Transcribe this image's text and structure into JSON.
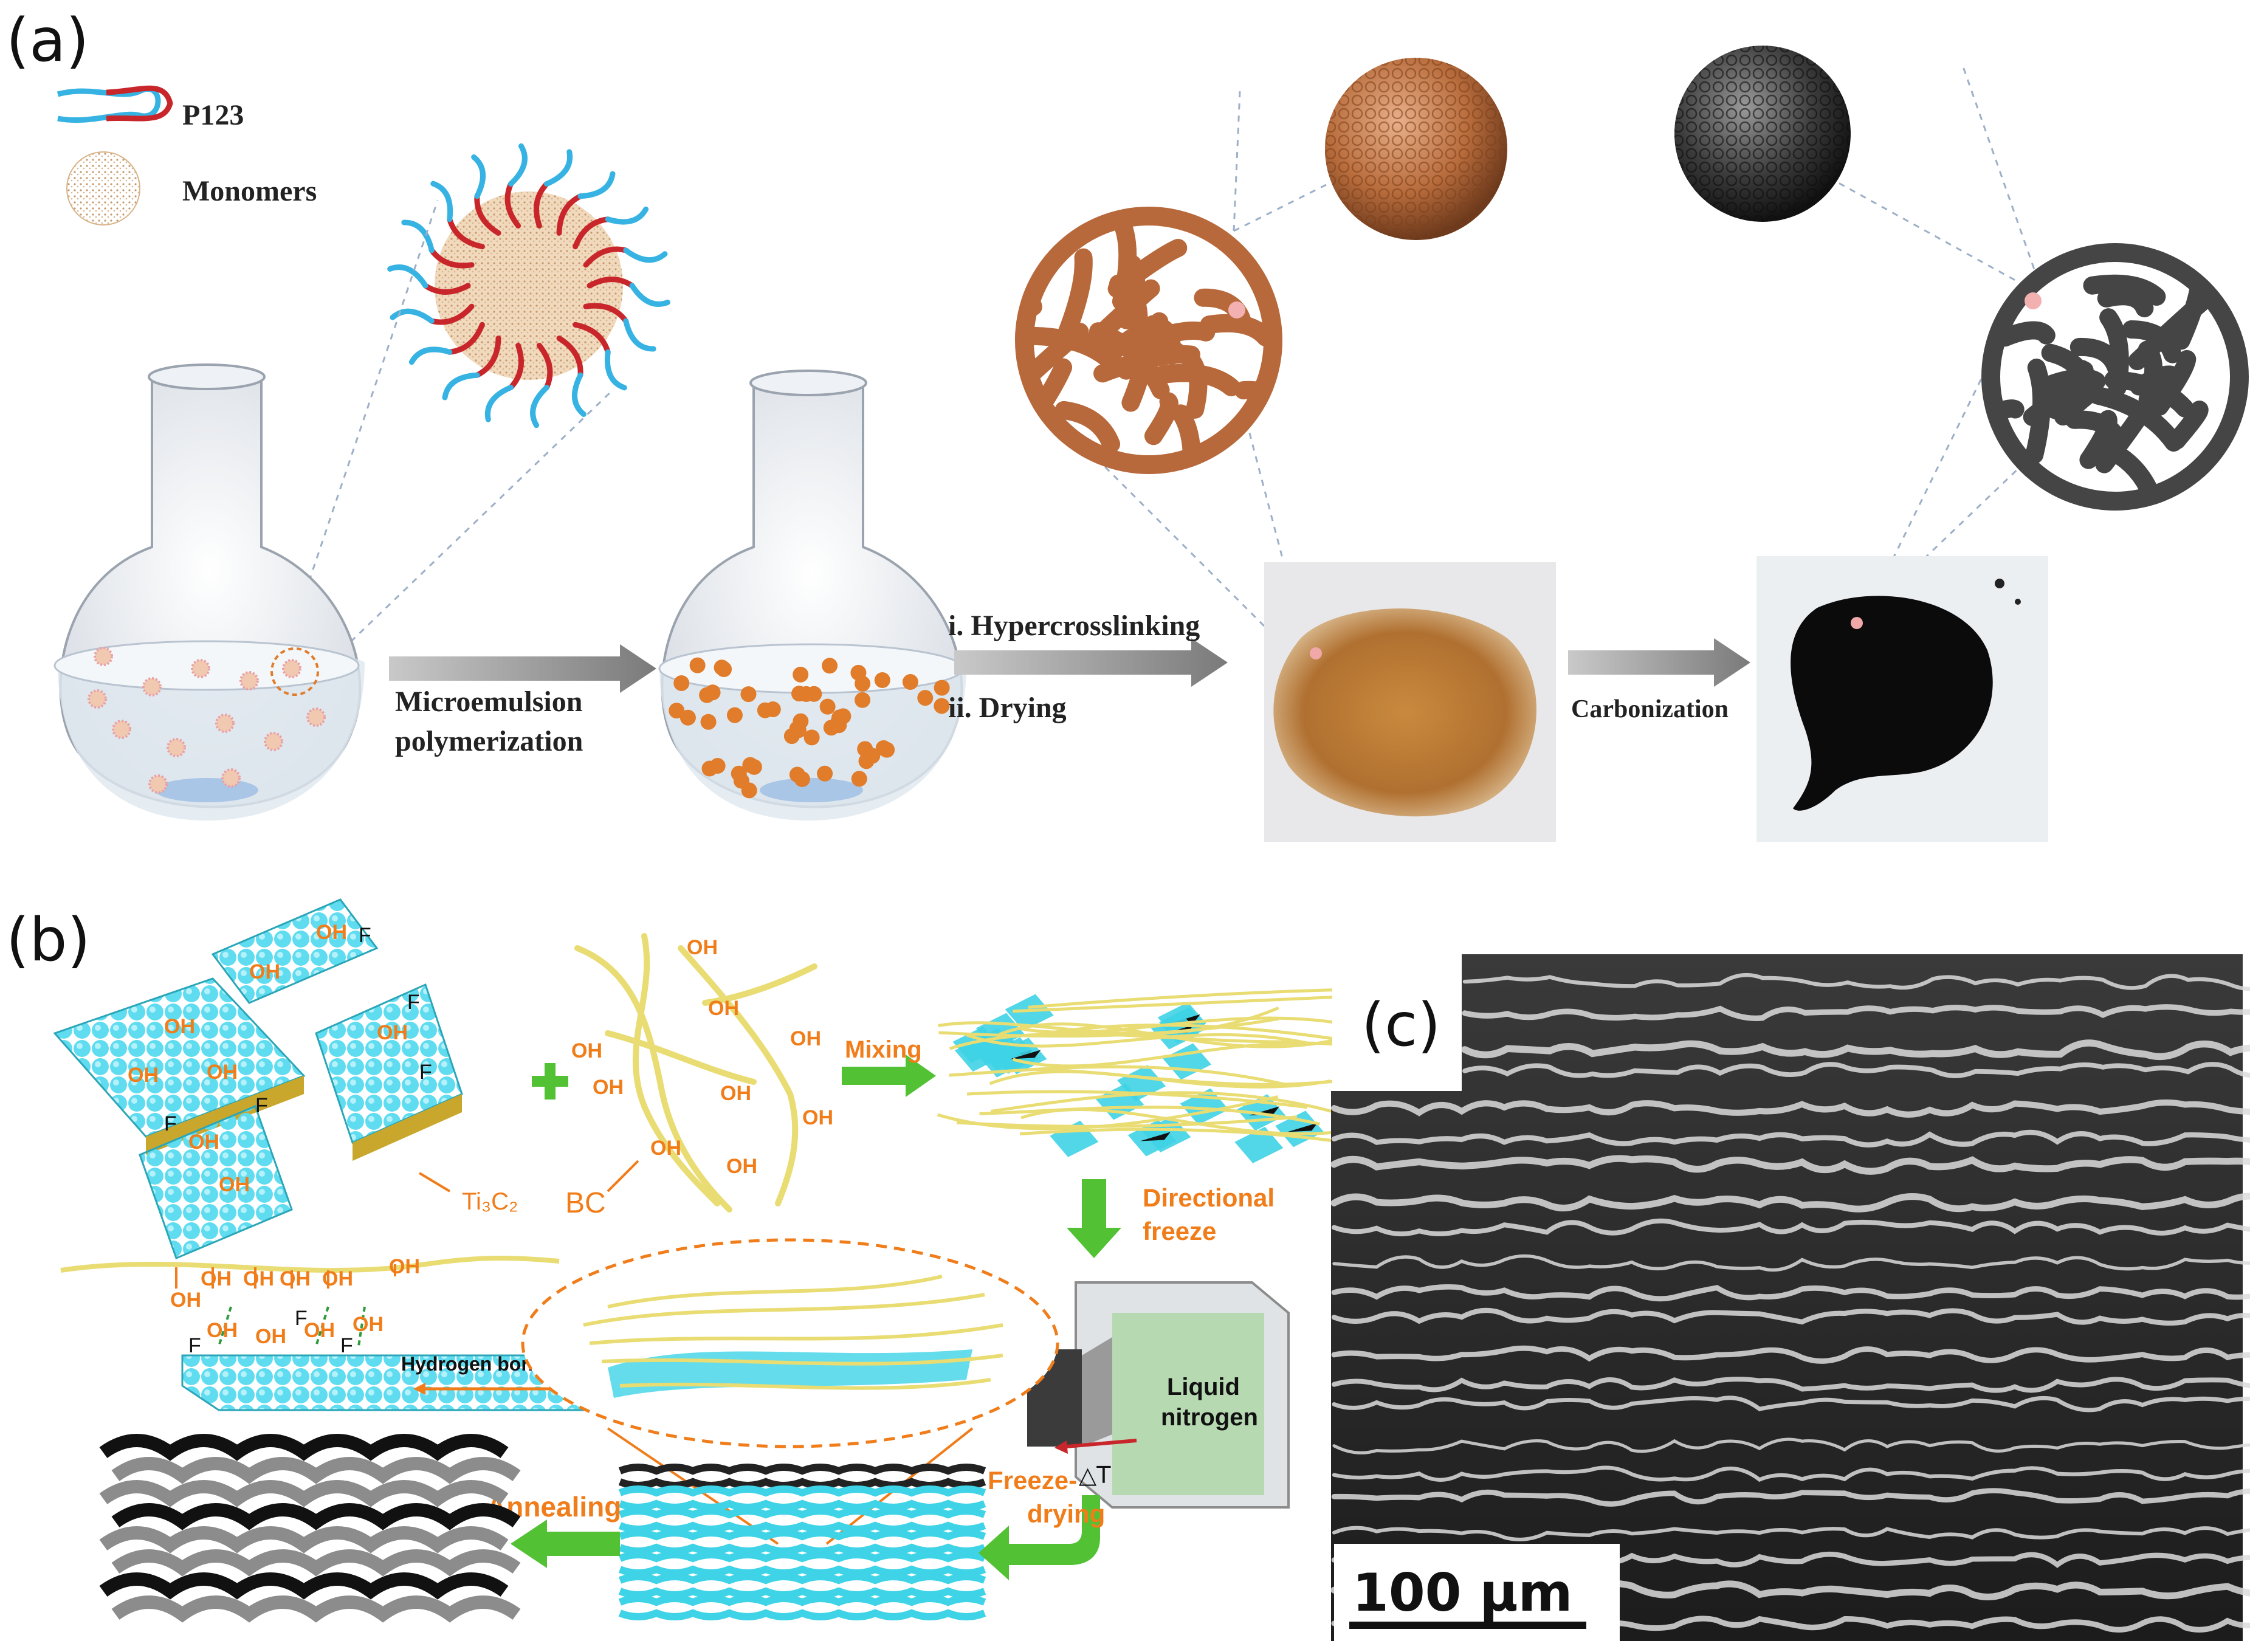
{
  "panels": {
    "a": {
      "label": "(a)",
      "legend": {
        "p123": "P123",
        "monomers": "Monomers"
      },
      "steps": {
        "microemulsion_line1": "Microemulsion",
        "microemulsion_line2": "polymerization",
        "hypercrosslinking": "i. Hypercrosslinking",
        "drying": "ii. Drying",
        "carbonization": "Carbonization"
      }
    },
    "b": {
      "label": "(b)",
      "labels": {
        "oh": "OH",
        "f": "F",
        "ti3c2": "Ti₃C₂",
        "bc": "BC",
        "mixing": "Mixing",
        "directional_line1": "Directional",
        "directional_line2": "freeze",
        "hydrogen_bond": "Hydrogen bond",
        "liquid_line1": "Liquid",
        "liquid_line2": "nitrogen",
        "delta_t": "△T",
        "freeze_line1": "Freeze-",
        "freeze_line2": "drying",
        "annealing": "Annealing"
      }
    },
    "c": {
      "label": "(c)",
      "scale_bar": "100 μm"
    }
  },
  "colors": {
    "orange_text": "#f07d1a",
    "green_arrow": "#52c234",
    "cyan_sheet": "#3ed3e6",
    "fiber_yellow": "#e8dc73",
    "p123_blue": "#36b3e2",
    "p123_red": "#c8262a",
    "sphere_brown": "#b46a3c",
    "sphere_dark": "#3c3c3c"
  }
}
